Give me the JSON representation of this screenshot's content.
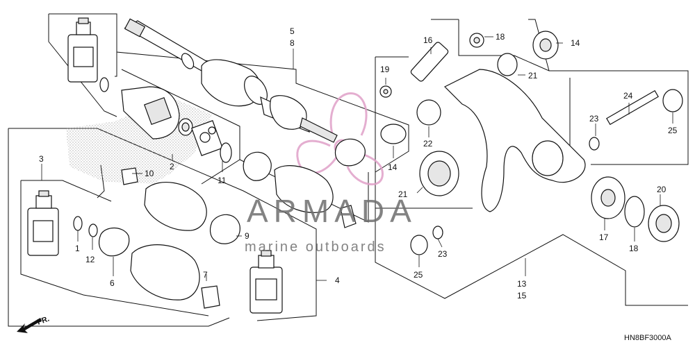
{
  "diagram_code": "HN8BF3000A",
  "direction_label": "FR.",
  "watermark": {
    "brand": "ARMADA",
    "tagline": "marine outboards",
    "color": "#6e6e6e",
    "accent": "#e0a0c8"
  },
  "callouts": [
    {
      "id": "c1",
      "text": "1"
    },
    {
      "id": "c2",
      "text": "2"
    },
    {
      "id": "c3",
      "text": "3"
    },
    {
      "id": "c4",
      "text": "4"
    },
    {
      "id": "c5",
      "text": "5"
    },
    {
      "id": "c6",
      "text": "6"
    },
    {
      "id": "c7",
      "text": "7"
    },
    {
      "id": "c8",
      "text": "8"
    },
    {
      "id": "c9",
      "text": "9"
    },
    {
      "id": "c10",
      "text": "10"
    },
    {
      "id": "c11",
      "text": "11"
    },
    {
      "id": "c12",
      "text": "12"
    },
    {
      "id": "c13",
      "text": "13"
    },
    {
      "id": "c14a",
      "text": "14"
    },
    {
      "id": "c14b",
      "text": "14"
    },
    {
      "id": "c15",
      "text": "15"
    },
    {
      "id": "c16",
      "text": "16"
    },
    {
      "id": "c17",
      "text": "17"
    },
    {
      "id": "c18a",
      "text": "18"
    },
    {
      "id": "c18b",
      "text": "18"
    },
    {
      "id": "c19",
      "text": "19"
    },
    {
      "id": "c20",
      "text": "20"
    },
    {
      "id": "c21a",
      "text": "21"
    },
    {
      "id": "c21b",
      "text": "21"
    },
    {
      "id": "c22",
      "text": "22"
    },
    {
      "id": "c23a",
      "text": "23"
    },
    {
      "id": "c23b",
      "text": "23"
    },
    {
      "id": "c24",
      "text": "24"
    },
    {
      "id": "c25a",
      "text": "25"
    },
    {
      "id": "c25b",
      "text": "25"
    }
  ]
}
